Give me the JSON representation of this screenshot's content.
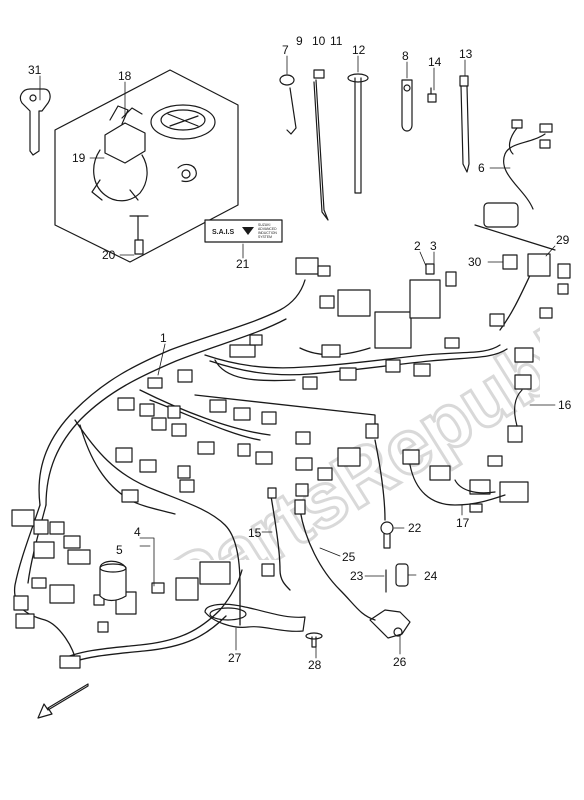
{
  "watermark": "PartsRepublik",
  "sais_badge": {
    "main": "S.A.I.S",
    "sub_1": "SUZUKI",
    "sub_2": "ADVANCED",
    "sub_3": "INDUCTION",
    "sub_4": "SYSTEM"
  },
  "callouts": {
    "c1": "1",
    "c2": "2",
    "c3": "3",
    "c4": "4",
    "c5": "5",
    "c6": "6",
    "c7": "7",
    "c8": "8",
    "c9": "9",
    "c10": "10",
    "c11": "11",
    "c12": "12",
    "c13": "13",
    "c14": "14",
    "c15": "15",
    "c16": "16",
    "c17": "17",
    "c18": "18",
    "c19": "19",
    "c20": "20",
    "c21": "21",
    "c22": "22",
    "c23": "23",
    "c24": "24",
    "c25": "25",
    "c26": "26",
    "c27": "27",
    "c28": "28",
    "c29": "29",
    "c30": "30",
    "c31": "31"
  },
  "colors": {
    "line": "#1a1a1a",
    "watermark": "#d9d9d9",
    "fill": "#ffffff",
    "shade": "#9a9a9a"
  }
}
